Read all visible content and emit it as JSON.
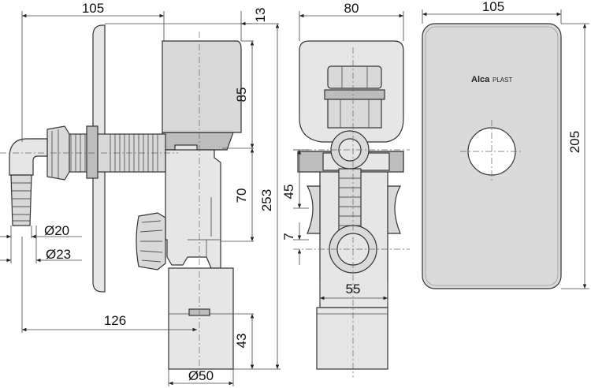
{
  "dimensions": {
    "side_width": "105",
    "plate_thickness": "13",
    "box_height": "85",
    "trap_height": "70",
    "total_height": "253",
    "outlet_height": "43",
    "wall_depth": "126",
    "inlet_d20": "Ø20",
    "inlet_d23": "Ø23",
    "outlet_d50": "Ø50",
    "front_width": "80",
    "front_h45": "45",
    "front_h7": "7",
    "front_w55": "55",
    "cover_width": "105",
    "cover_height": "205"
  },
  "brand": {
    "name": "Alca",
    "suffix": "PLAST"
  }
}
